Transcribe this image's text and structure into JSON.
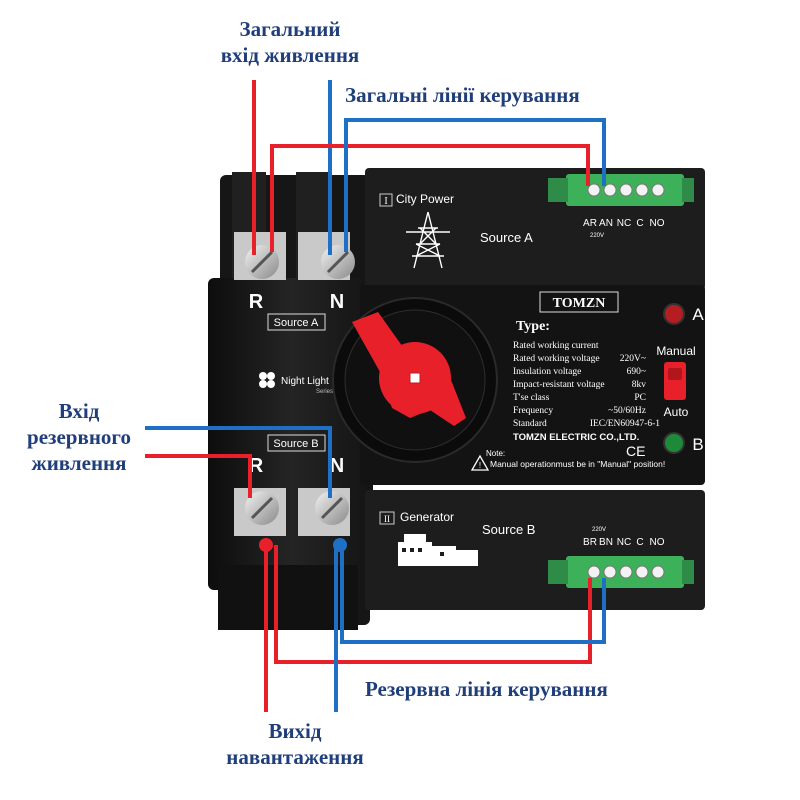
{
  "callouts": {
    "main_input": [
      "Загальний",
      "вхід живлення"
    ],
    "main_control": "Загальні лінії керування",
    "backup_input": [
      "Вхід",
      "резервного",
      "живлення"
    ],
    "backup_control": "Резервна лінія керування",
    "load_output": [
      "Вихід",
      "навантаження"
    ]
  },
  "device": {
    "brand": "TOMZN",
    "terminal_r": "R",
    "terminal_n": "N",
    "source_a_tag": "Source A",
    "source_b_tag": "Source B",
    "series_name": "Night Light",
    "series_sub": "Series",
    "city_power_num": "I",
    "city_power": "City Power",
    "source_a": "Source A",
    "generator_num": "II",
    "generator": "Generator",
    "source_b": "Source B",
    "indicator_a": "A",
    "indicator_b": "B",
    "manual": "Manual",
    "auto": "Auto",
    "terminals_a": [
      "AR",
      "AN",
      "NC",
      "C",
      "NO"
    ],
    "terminals_a_volt": "220V",
    "terminals_b": [
      "BR",
      "BN",
      "NC",
      "C",
      "NO"
    ],
    "terminals_b_volt": "220V",
    "spec_heading": "Type:",
    "specs": [
      {
        "label": "Rated working current",
        "value": ""
      },
      {
        "label": "Rated working voltage",
        "value": "220V~"
      },
      {
        "label": "Insulation voltage",
        "value": "690~"
      },
      {
        "label": "Impact-resistant voltage",
        "value": "8kv"
      },
      {
        "label": "T'se class",
        "value": "PC"
      },
      {
        "label": "Frequency",
        "value": "~50/60Hz"
      },
      {
        "label": "Standard",
        "value": "IEC/EN60947-6-1"
      }
    ],
    "company": "TOMZN ELECTRIC CO.,LTD.",
    "ce": "CE",
    "note_label": "Note:",
    "note_text": "Manual operationmust be in \"Manual\" position!"
  },
  "colors": {
    "phase_wire": "#e8202a",
    "neutral_wire": "#1f6fc4",
    "label": "#1f3e7a",
    "body": "#1b1b1b",
    "handle": "#e8202a",
    "terminal_block": "#3db05a"
  }
}
